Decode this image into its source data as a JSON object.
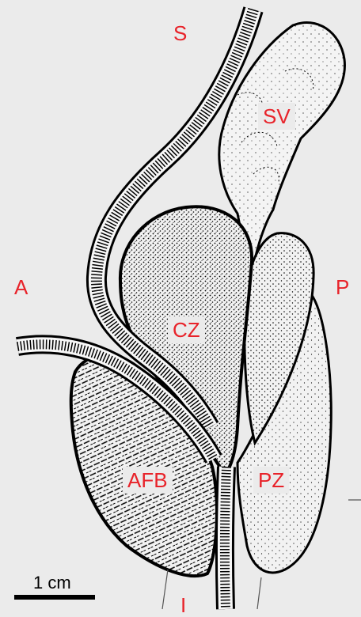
{
  "labels": {
    "superior": "S",
    "anterior": "A",
    "posterior": "P",
    "inferior": "I",
    "seminal_vesicle": "SV",
    "central_zone": "CZ",
    "anterior_fibromuscular_band": "AFB",
    "peripheral_zone": "PZ"
  },
  "scale_bar": {
    "label": "1 cm"
  },
  "colors": {
    "label": "#e8232a",
    "background": "#ebebeb",
    "ink": "#000000",
    "organ_fill": "#efefef"
  }
}
